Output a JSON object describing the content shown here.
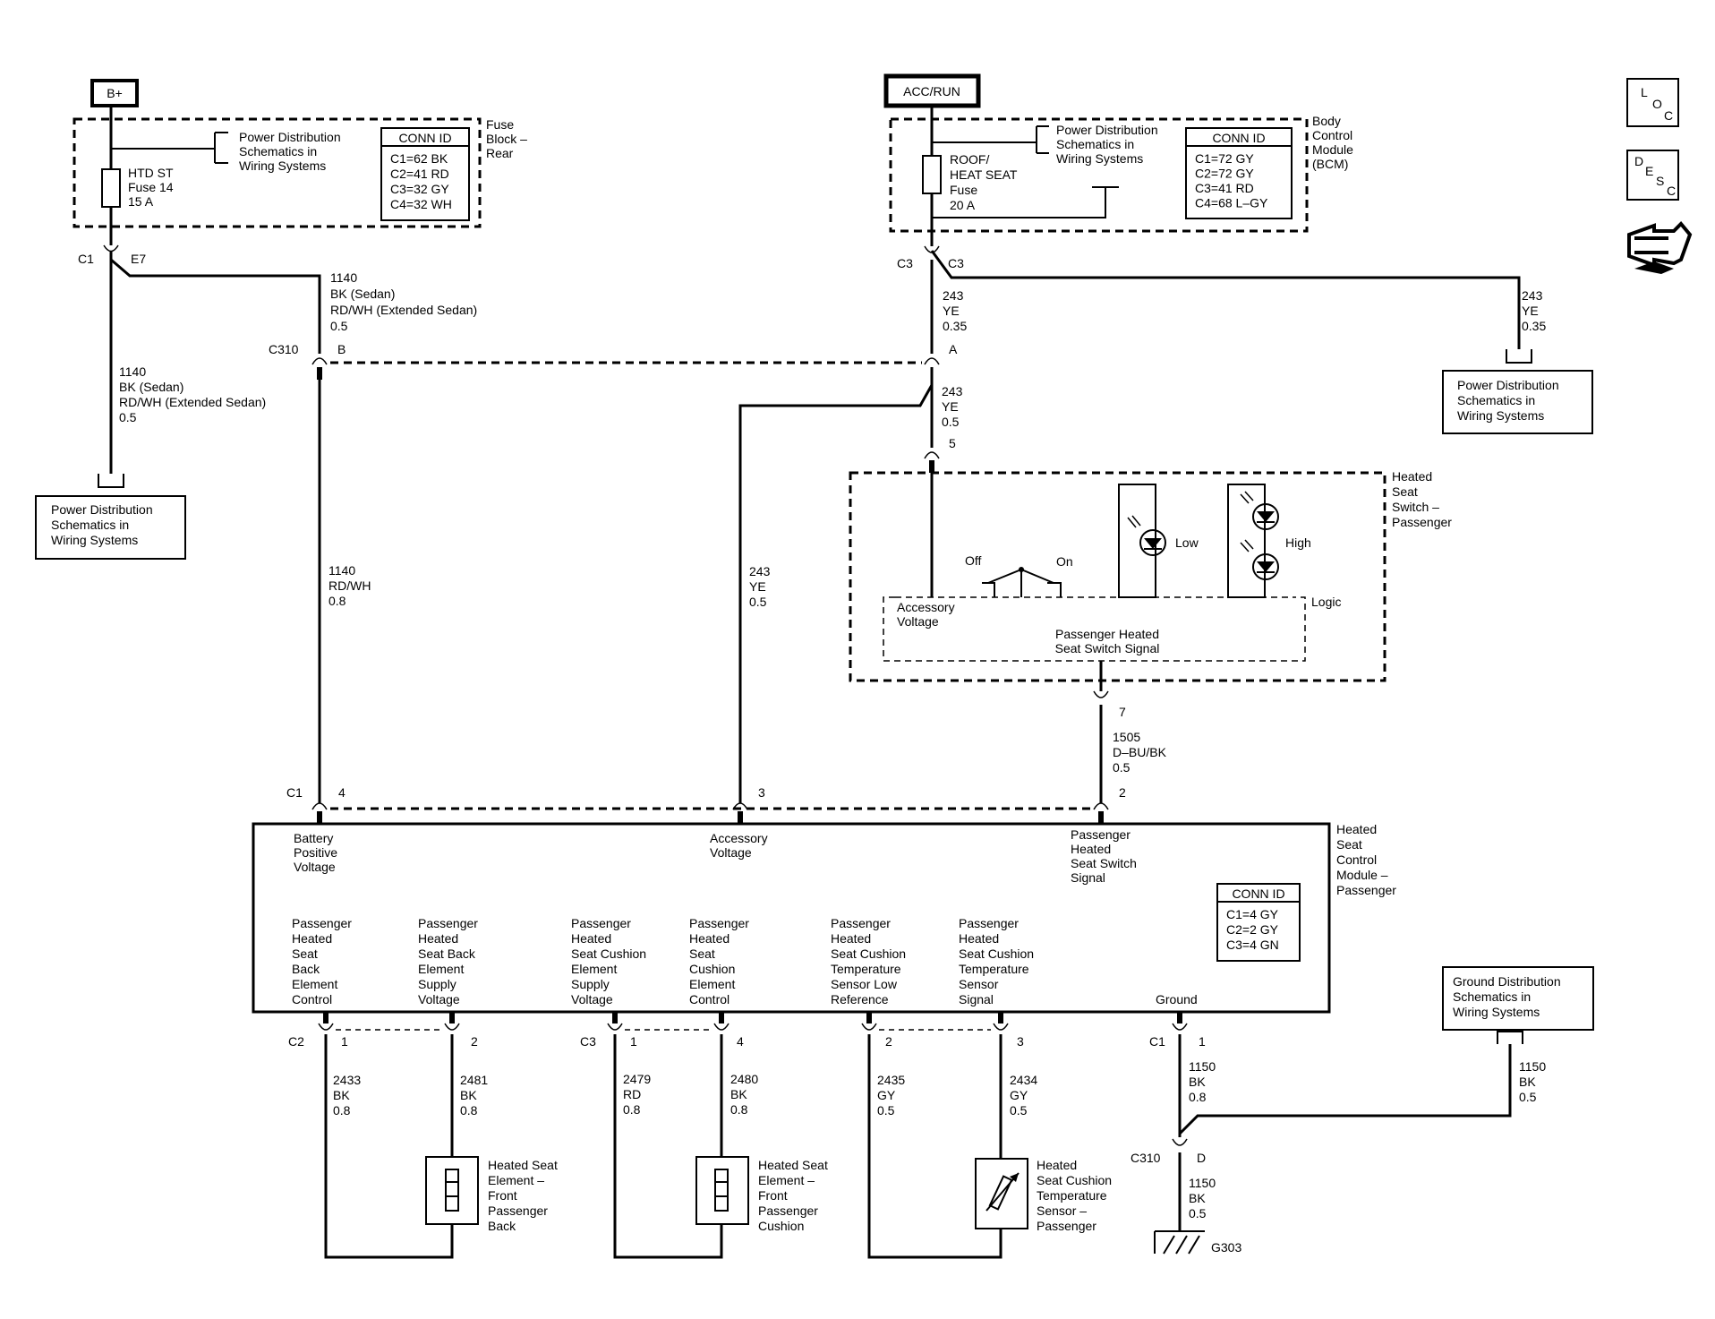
{
  "sources": {
    "bplus": "B+",
    "accrun": "ACC/RUN"
  },
  "fuse_block": {
    "label": [
      "Fuse",
      "Block –",
      "Rear"
    ],
    "pd_ref": [
      "Power Distribution",
      "Schematics in",
      "Wiring Systems"
    ],
    "fuse": [
      "HTD ST",
      "Fuse 14",
      "15 A"
    ],
    "conn_title": "CONN ID",
    "conn": [
      "C1=62 BK",
      "C2=41 RD",
      "C3=32 GY",
      "C4=32 WH"
    ],
    "c1": "C1",
    "e7": "E7"
  },
  "bcm": {
    "label": [
      "Body",
      "Control",
      "Module",
      "(BCM)"
    ],
    "pd_ref": [
      "Power Distribution",
      "Schematics in",
      "Wiring Systems"
    ],
    "fuse": [
      "ROOF/",
      "HEAT SEAT",
      "Fuse",
      "20 A"
    ],
    "conn_title": "CONN ID",
    "conn": [
      "C1=72 GY",
      "C2=72 GY",
      "C3=41 RD",
      "C4=68 L–GY"
    ],
    "c3a": "C3",
    "c3b": "C3"
  },
  "wires": {
    "w1140_left": [
      "1140",
      "BK  (Sedan)",
      "RD/WH (Extended Sedan)",
      "0.5"
    ],
    "w1140_top": [
      "1140",
      "BK  (Sedan)",
      "RD/WH  (Extended Sedan)",
      "0.5"
    ],
    "w1140_lower": [
      "1140",
      "RD/WH",
      "0.8"
    ],
    "w243_top": [
      "243",
      "YE",
      "0.35"
    ],
    "w243_right": [
      "243",
      "YE",
      "0.35"
    ],
    "w243_mid": [
      "243",
      "YE",
      "0.5"
    ],
    "w243_left": [
      "243",
      "YE",
      "0.5"
    ],
    "w1505": [
      "1505",
      "D–BU/BK",
      "0.5"
    ],
    "w2433": [
      "2433",
      "BK",
      "0.8"
    ],
    "w2481": [
      "2481",
      "BK",
      "0.8"
    ],
    "w2479": [
      "2479",
      "RD",
      "0.8"
    ],
    "w2480": [
      "2480",
      "BK",
      "0.8"
    ],
    "w2435": [
      "2435",
      "GY",
      "0.5"
    ],
    "w2434": [
      "2434",
      "GY",
      "0.5"
    ],
    "w1150_a": [
      "1150",
      "BK",
      "0.8"
    ],
    "w1150_b": [
      "1150",
      "BK",
      "0.5"
    ],
    "w1150_c": [
      "1150",
      "BK",
      "0.5"
    ]
  },
  "refs": {
    "pd_left": [
      "Power Distribution",
      "Schematics in",
      "Wiring Systems"
    ],
    "pd_right": [
      "Power Distribution",
      "Schematics in",
      "Wiring Systems"
    ],
    "gd": [
      "Ground Distribution",
      "Schematics in",
      "Wiring Systems"
    ]
  },
  "c310": {
    "label_top": "C310",
    "pin_b": "B",
    "pin_a": "A",
    "label_bot": "C310",
    "pin_d": "D"
  },
  "switch": {
    "label": [
      "Heated",
      "Seat",
      "Switch –",
      "Passenger"
    ],
    "pin5": "5",
    "pin7": "7",
    "off": "Off",
    "on": "On",
    "low": "Low",
    "high": "High",
    "logic": "Logic",
    "acc_voltage": [
      "Accessory",
      "Voltage"
    ],
    "signal": [
      "Passenger Heated",
      "Seat Switch Signal"
    ]
  },
  "module": {
    "label": [
      "Heated",
      "Seat",
      "Control",
      "Module –",
      "Passenger"
    ],
    "conn_title": "CONN ID",
    "conn": [
      "C1=4 GY",
      "C2=2 GY",
      "C3=4 GN"
    ],
    "c1": "C1",
    "pin4": "4",
    "pin3": "3",
    "pin2": "2",
    "top_labels": {
      "battery": [
        "Battery",
        "Positive",
        "Voltage"
      ],
      "accessory": [
        "Accessory",
        "Voltage"
      ],
      "switch_signal": [
        "Passenger",
        "Heated",
        "Seat Switch",
        "Signal"
      ]
    },
    "bottom_labels": {
      "back_ctrl": [
        "Passenger",
        "Heated",
        "Seat",
        "Back",
        "Element",
        "Control"
      ],
      "back_supply": [
        "Passenger",
        "Heated",
        "Seat Back",
        "Element",
        "Supply",
        "Voltage"
      ],
      "cush_supply": [
        "Passenger",
        "Heated",
        "Seat Cushion",
        "Element",
        "Supply",
        "Voltage"
      ],
      "cush_ctrl": [
        "Passenger",
        "Heated",
        "Seat",
        "Cushion",
        "Element",
        "Control"
      ],
      "temp_low": [
        "Passenger",
        "Heated",
        "Seat Cushion",
        "Temperature",
        "Sensor Low",
        "Reference"
      ],
      "temp_sig": [
        "Passenger",
        "Heated",
        "Seat Cushion",
        "Temperature",
        "Sensor",
        "Signal"
      ],
      "ground": "Ground"
    },
    "pins_bottom": {
      "c2": "C2",
      "p1a": "1",
      "p2a": "2",
      "c3": "C3",
      "p1b": "1",
      "p4": "4",
      "p2b": "2",
      "p3": "3",
      "c1b": "C1",
      "p1c": "1"
    }
  },
  "loads": {
    "back": [
      "Heated Seat",
      "Element –",
      "Front",
      "Passenger",
      "Back"
    ],
    "cushion": [
      "Heated Seat",
      "Element –",
      "Front",
      "Passenger",
      "Cushion"
    ],
    "sensor": [
      "Heated",
      "Seat Cushion",
      "Temperature",
      "Sensor –",
      "Passenger"
    ]
  },
  "ground_label": "G303",
  "nav": {
    "loc": [
      "L",
      "O",
      "C"
    ],
    "desc": [
      "D",
      "E",
      "S",
      "C"
    ]
  }
}
